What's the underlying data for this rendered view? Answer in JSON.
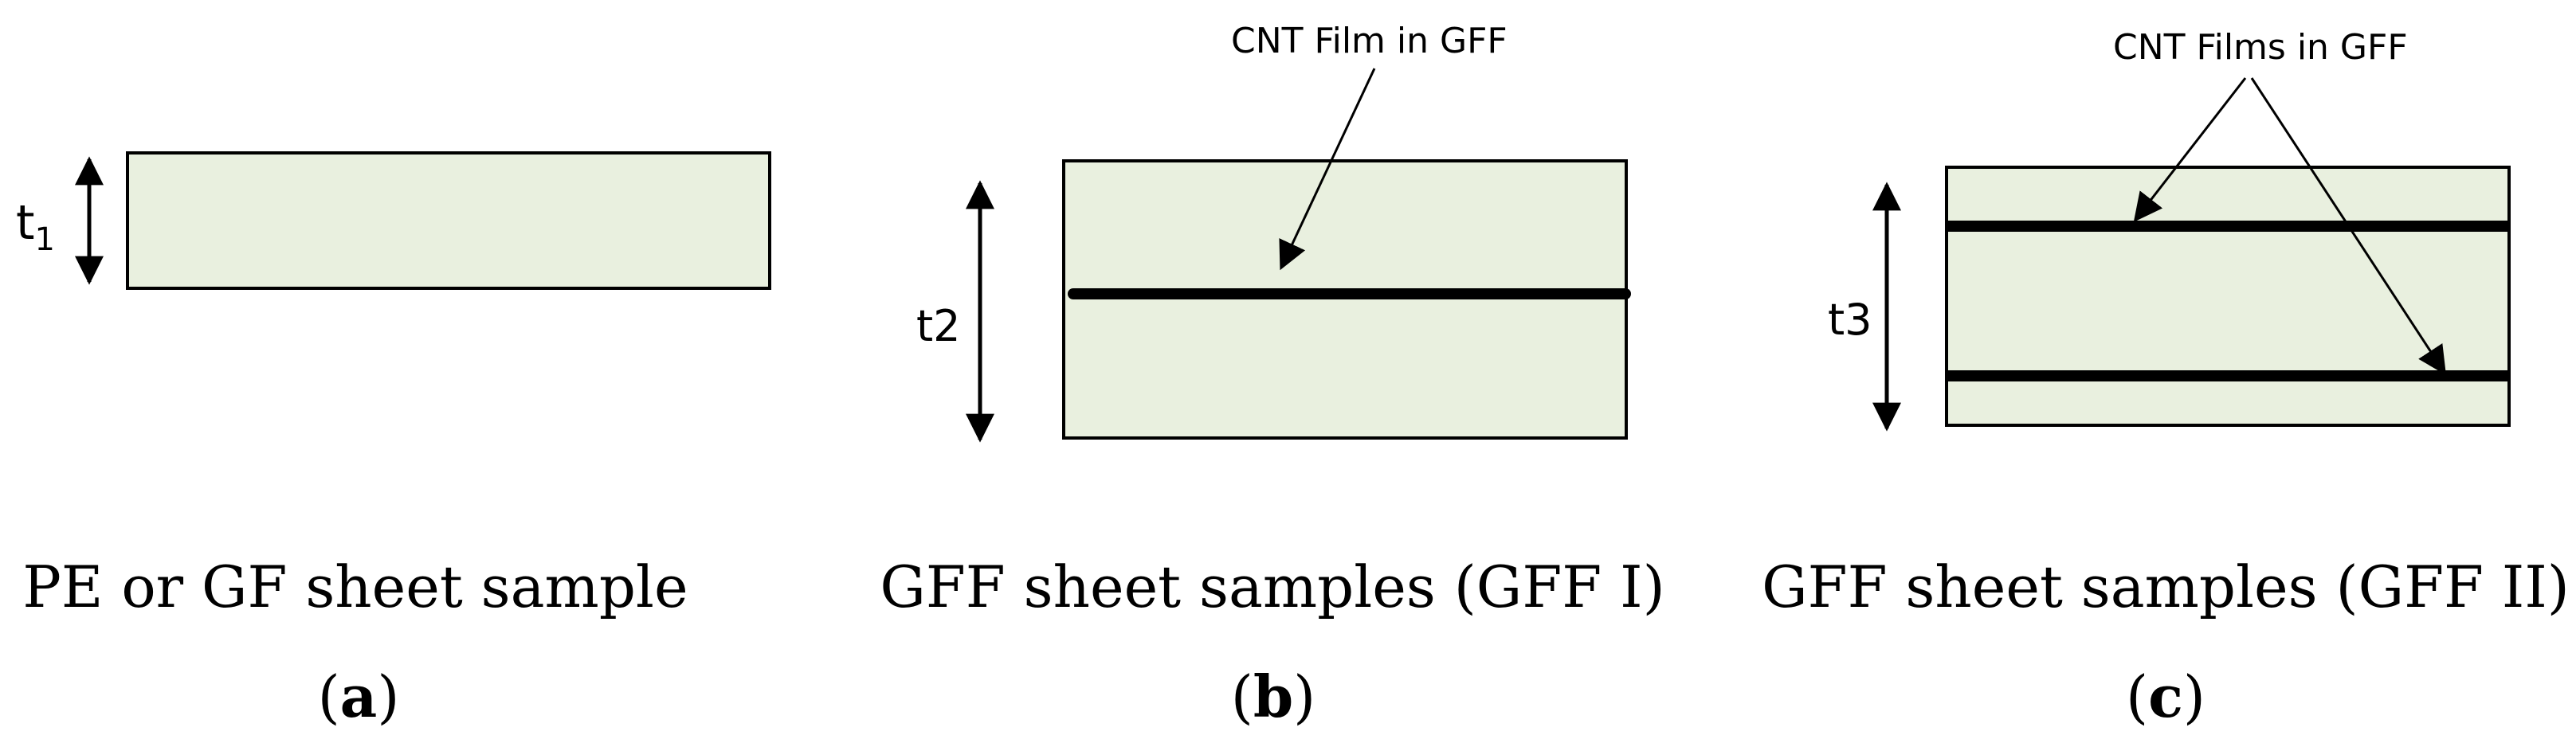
{
  "colors": {
    "sample_fill": "#e9f0df",
    "stroke": "#000000"
  },
  "panels": [
    {
      "id": "a",
      "thickness_label": {
        "base": "t",
        "sub": "1"
      },
      "caption": "PE or GF sheet sample",
      "letter": "a",
      "film_count": 0
    },
    {
      "id": "b",
      "thickness_label": "t2",
      "caption": "GFF sheet samples (GFF I)",
      "letter": "b",
      "film_count": 1,
      "annotation": "CNT Film in GFF"
    },
    {
      "id": "c",
      "thickness_label": "t3",
      "caption": "GFF sheet samples (GFF II)",
      "letter": "c",
      "film_count": 2,
      "annotation": "CNT Films in GFF"
    }
  ],
  "paren_open": "(",
  "paren_close": ")"
}
